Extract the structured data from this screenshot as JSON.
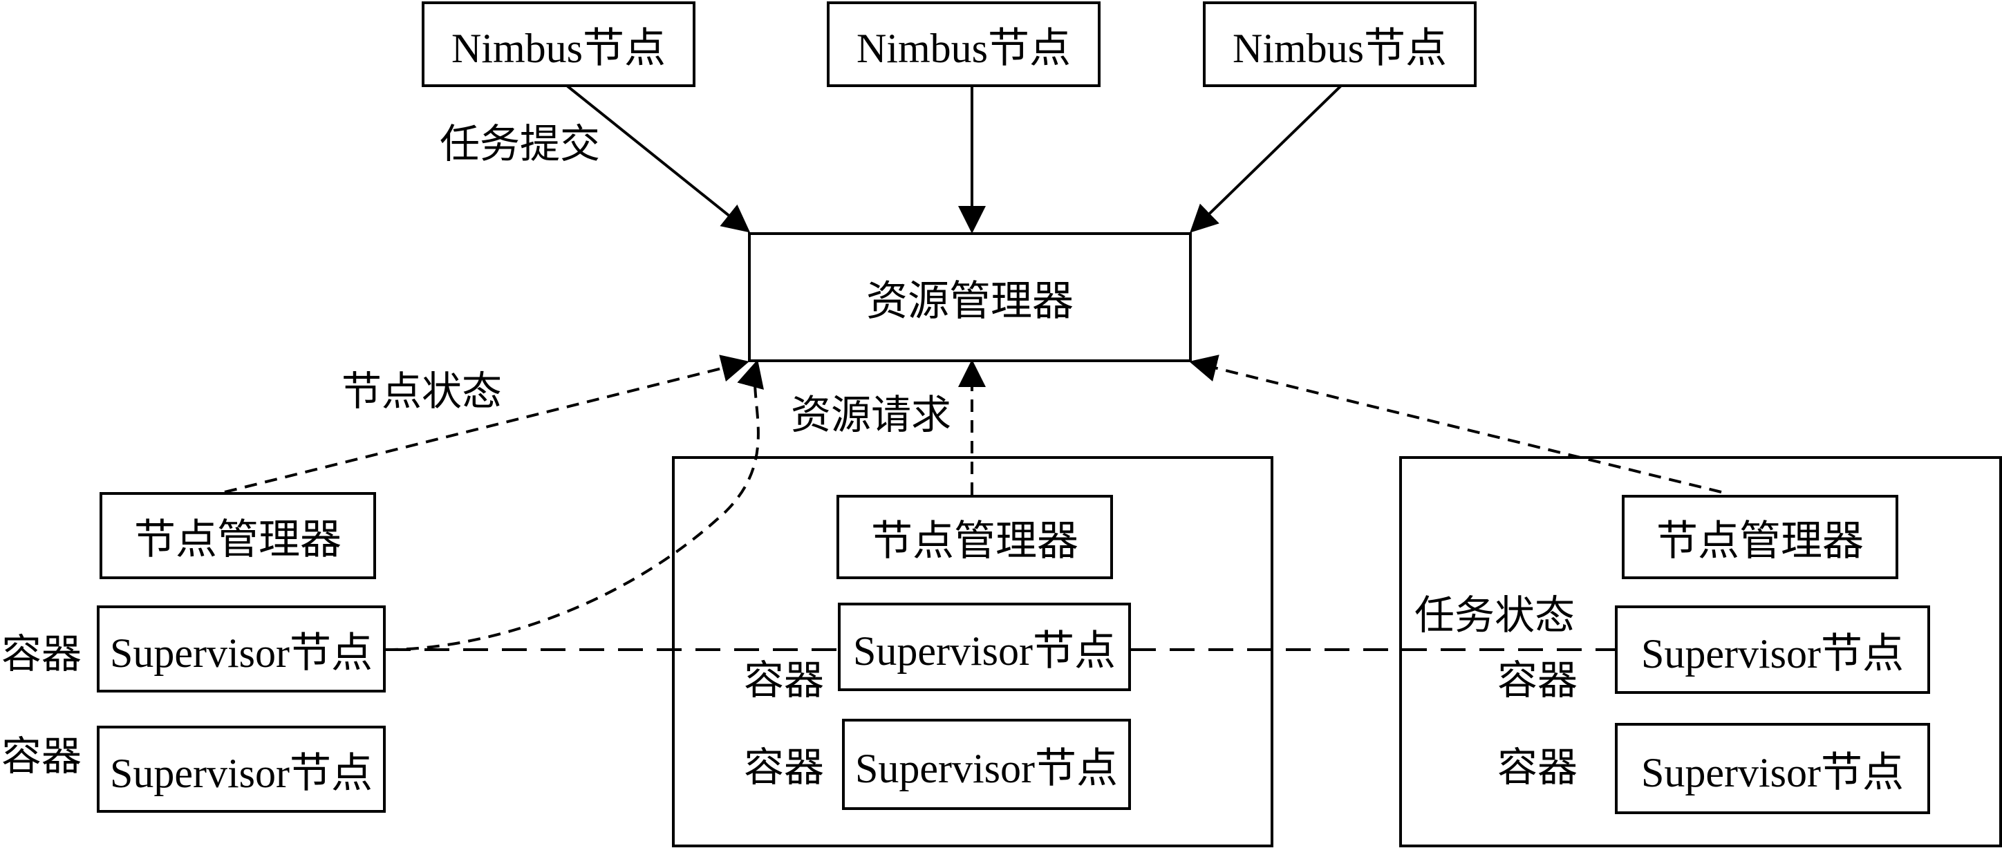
{
  "nimbus_nodes": [
    {
      "label": "Nimbus节点"
    },
    {
      "label": "Nimbus节点"
    },
    {
      "label": "Nimbus节点"
    }
  ],
  "resource_manager": {
    "label": "资源管理器"
  },
  "edge_labels": {
    "task_submit": "任务提交",
    "node_status": "节点状态",
    "resource_request": "资源请求",
    "task_status": "任务状态"
  },
  "clusters": [
    {
      "node_manager": "节点管理器",
      "supervisors": [
        {
          "label": "Supervisor节点",
          "container": "容器"
        },
        {
          "label": "Supervisor节点",
          "container": "容器"
        }
      ]
    },
    {
      "node_manager": "节点管理器",
      "supervisors": [
        {
          "label": "Supervisor节点",
          "container": "容器"
        },
        {
          "label": "Supervisor节点",
          "container": "容器"
        }
      ]
    },
    {
      "node_manager": "节点管理器",
      "supervisors": [
        {
          "label": "Supervisor节点",
          "container": "容器"
        },
        {
          "label": "Supervisor节点",
          "container": "容器"
        }
      ]
    }
  ]
}
